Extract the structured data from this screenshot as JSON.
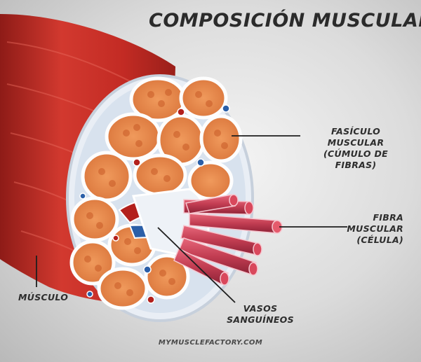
{
  "title": "COMPOSICIÓN MUSCULAR",
  "labels": {
    "fascicle": [
      "FASÍCULO",
      "MUSCULAR",
      "(CÚMULO DE FIBRAS)"
    ],
    "fiber": [
      "FIBRA",
      "MUSCULAR",
      "(CÉLULA)"
    ],
    "muscle": [
      "MÚSCULO"
    ],
    "vessels": [
      "VASOS",
      "SANGUÍNEOS"
    ]
  },
  "footer": "MYMUSCLEFACTORY.COM",
  "colors": {
    "muscle_red": "#c8302a",
    "fascicle_orange": "#e8874a",
    "vessel_blue": "#2b5fa8",
    "vessel_red": "#b3201c",
    "connective_white": "#eef2f7",
    "text": "#2d2d2d"
  }
}
